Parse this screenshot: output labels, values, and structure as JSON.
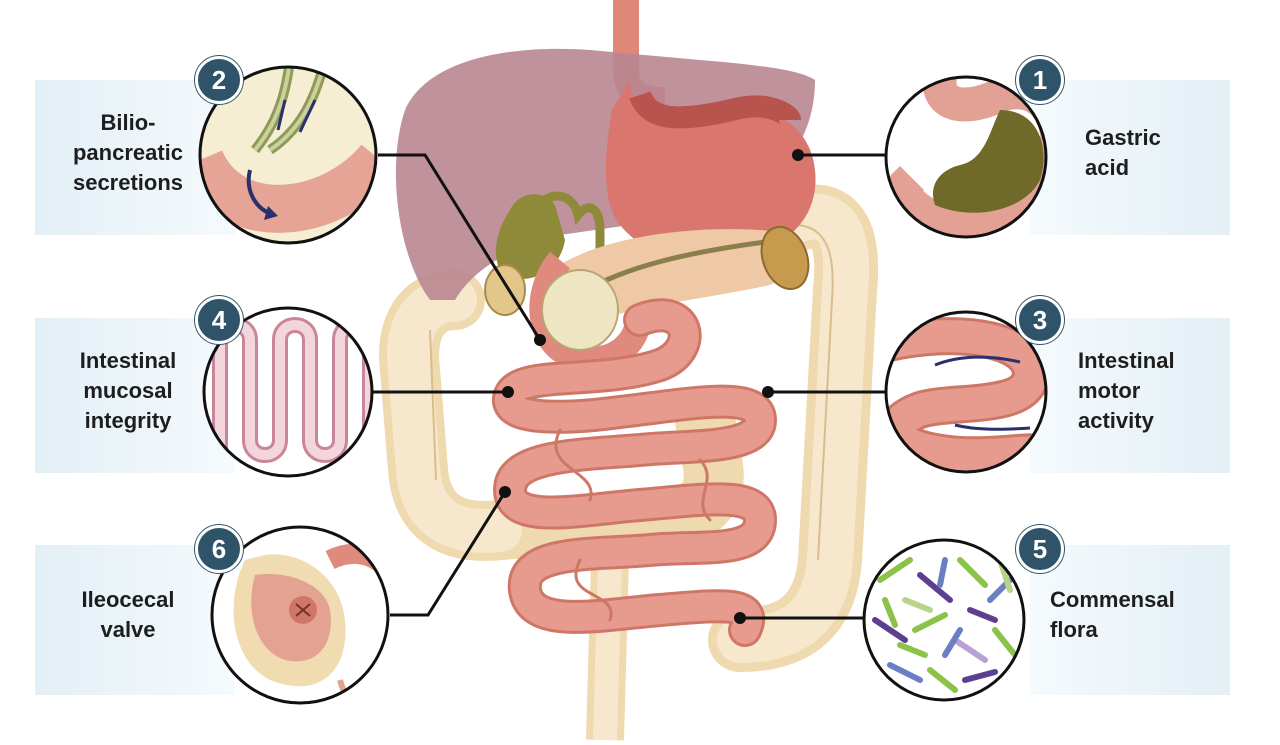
{
  "factors": [
    {
      "number": "1",
      "label": "Gastric\nacid"
    },
    {
      "number": "2",
      "label": "Bilio-\npancreatic\nsecretions"
    },
    {
      "number": "3",
      "label": "Intestinal\nmotor\nactivity"
    },
    {
      "number": "4",
      "label": "Intestinal\nmucosal\nintegrity"
    },
    {
      "number": "5",
      "label": "Commensal\nflora"
    },
    {
      "number": "6",
      "label": "Ileocecal\nvalve"
    }
  ],
  "colors": {
    "badge": "#2f5469",
    "panel": "#e6f1f7",
    "liver": "#b7838d",
    "stomach": "#d9776e",
    "intestine": "#e79b8e",
    "colon": "#f4e1bf",
    "bile": "#8f8a3a"
  }
}
